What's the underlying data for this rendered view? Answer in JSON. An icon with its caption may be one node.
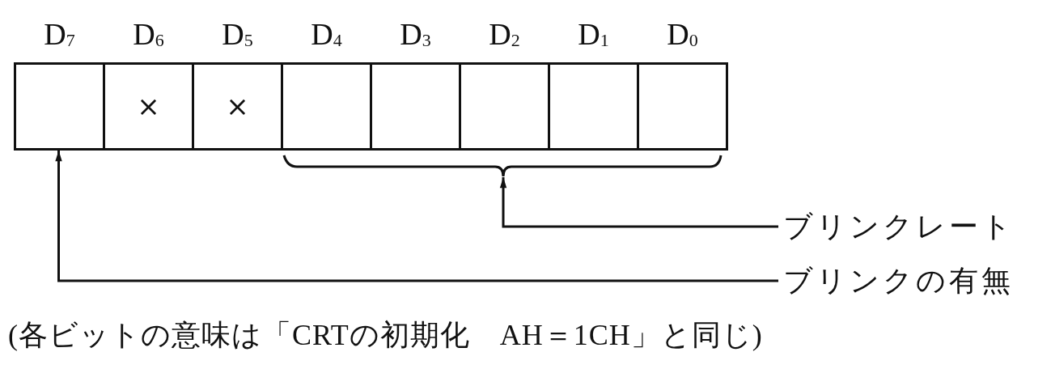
{
  "diagram": {
    "caption": "(各ビットの意味は「CRTの初期化　AH＝1CH」と同じ)",
    "nodes": [
      {
        "text": [
          "D$_{7}$"
        ]
      },
      {
        "text": [
          "D$_{6}$",
          "×"
        ]
      },
      {
        "text": [
          "D$_{5}$",
          "×"
        ]
      },
      {
        "text": [
          "D$_{4}$"
        ]
      },
      {
        "text": [
          "D$_{3}$"
        ]
      },
      {
        "text": [
          "D$_{2}$"
        ]
      },
      {
        "text": [
          "D$_{1}$"
        ]
      },
      {
        "text": [
          "D$_{0}$"
        ]
      },
      {
        "text": [
          "ブリンクレート"
        ]
      },
      {
        "text": [
          "ブリンクの有無"
        ]
      },
      {
        "text": [],
        "shape": "brace"
      }
    ],
    "edges": [
      {
        "from": 8,
        "to": 10,
        "arrow": "to"
      },
      {
        "from": 9,
        "to": 0,
        "arrow": "to"
      }
    ]
  }
}
